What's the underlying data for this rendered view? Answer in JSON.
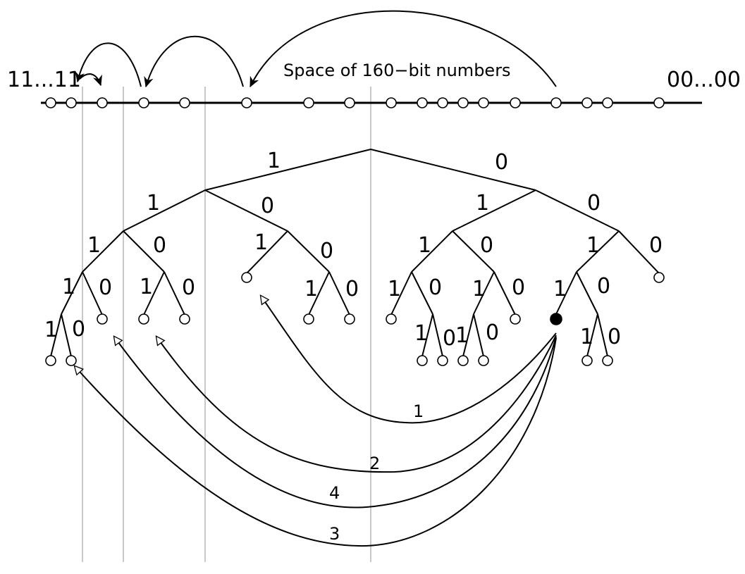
{
  "diagram": {
    "caption": "Space of 160−bit numbers",
    "left_end_label": "11...11",
    "right_end_label": "00...00",
    "edge_labels": {
      "root_one": "1",
      "root_zero": "0",
      "l1_one": "1",
      "l1_zero": "0",
      "r1_one": "1",
      "r1_zero": "0",
      "ll_one": "1",
      "ll_zero": "0",
      "lr_one": "1",
      "lr_zero": "0",
      "rl_one": "1",
      "rl_zero": "0",
      "rr_one": "1",
      "rr_zero": "0",
      "lll_one": "1",
      "lll_zero": "0",
      "llr_one": "1",
      "llr_zero": "0",
      "lrr_one": "1",
      "lrr_zero": "0",
      "rll_one": "1",
      "rll_zero": "0",
      "rlr_one": "1",
      "rlr_zero": "0",
      "rrl_one": "1",
      "rrl_zero": "0",
      "llll_one": "1",
      "llll_zero": "0",
      "rlll_one": "1",
      "rlll_zero": "0",
      "rlrl_one": "1",
      "rlrl_zero": "0",
      "rrlr_one": "1",
      "rrlr_zero": "0"
    },
    "lookup_labels": [
      "1",
      "2",
      "4",
      "3"
    ]
  }
}
